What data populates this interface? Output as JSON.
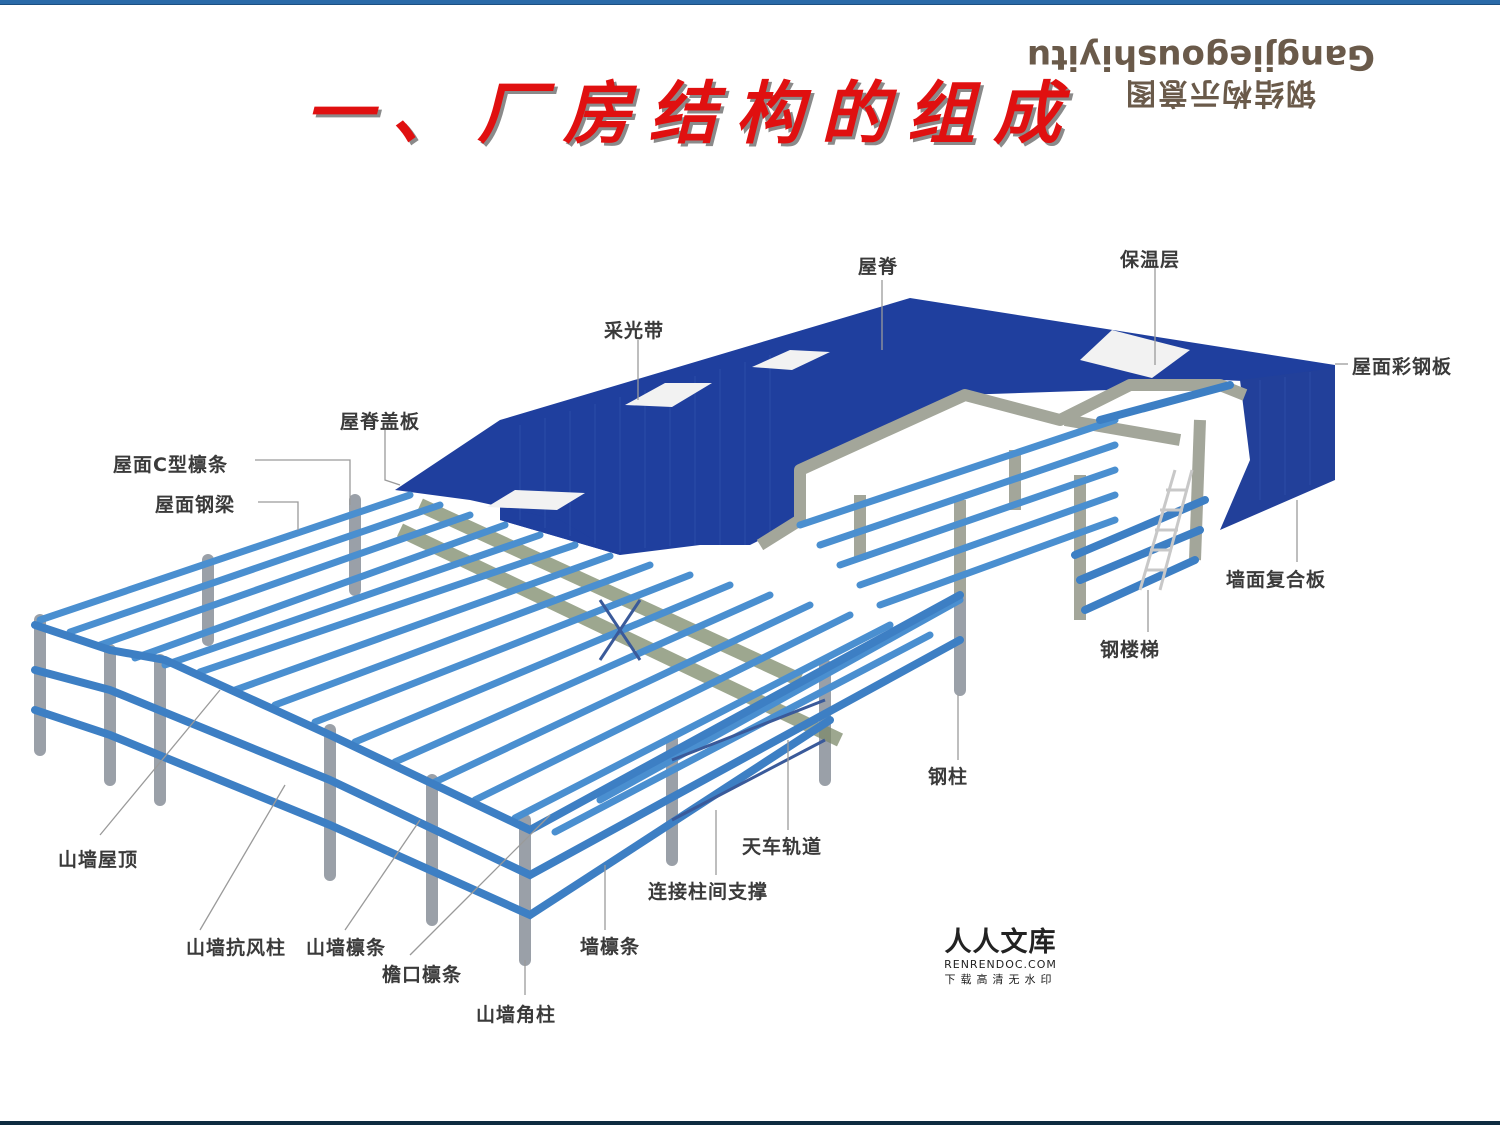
{
  "slide": {
    "title": "一、厂房结构的组成",
    "caption_mirrored": {
      "chinese": "钢结构示意图",
      "pinyin": "Gangjiegoushiyitu"
    }
  },
  "diagram": {
    "colors": {
      "roof_panel": "#1f3f9e",
      "purlin": "#4a8fd0",
      "column": "#9aa0a8",
      "bracing": "#5a7a5a",
      "skylight": "#f2f2f2",
      "leader_line": "#9a9a9a",
      "label_text": "#3a3a3a",
      "title": "#e01010"
    },
    "labels": [
      {
        "id": "roof-ridge",
        "text": "屋脊"
      },
      {
        "id": "insulation-layer",
        "text": "保温层"
      },
      {
        "id": "skylight-strip",
        "text": "采光带"
      },
      {
        "id": "roof-color-steel-sheet",
        "text": "屋面彩钢板"
      },
      {
        "id": "ridge-cover-plate",
        "text": "屋脊盖板"
      },
      {
        "id": "roof-c-purlin",
        "text": "屋面C型檩条"
      },
      {
        "id": "roof-steel-beam",
        "text": "屋面钢梁"
      },
      {
        "id": "wall-composite-panel",
        "text": "墙面复合板"
      },
      {
        "id": "steel-stair",
        "text": "钢楼梯"
      },
      {
        "id": "steel-column",
        "text": "钢柱"
      },
      {
        "id": "crane-rail",
        "text": "天车轨道"
      },
      {
        "id": "column-bracing",
        "text": "连接柱间支撑"
      },
      {
        "id": "gable-roof",
        "text": "山墙屋顶"
      },
      {
        "id": "gable-wind-column",
        "text": "山墙抗风柱"
      },
      {
        "id": "gable-purlin",
        "text": "山墙檩条"
      },
      {
        "id": "eave-purlin",
        "text": "檐口檩条"
      },
      {
        "id": "wall-purlin",
        "text": "墙檩条"
      },
      {
        "id": "gable-corner-column",
        "text": "山墙角柱"
      }
    ]
  },
  "watermark": {
    "brand": "人人文库",
    "domain": "RENRENDOC.COM",
    "tagline": "下载高清无水印"
  }
}
